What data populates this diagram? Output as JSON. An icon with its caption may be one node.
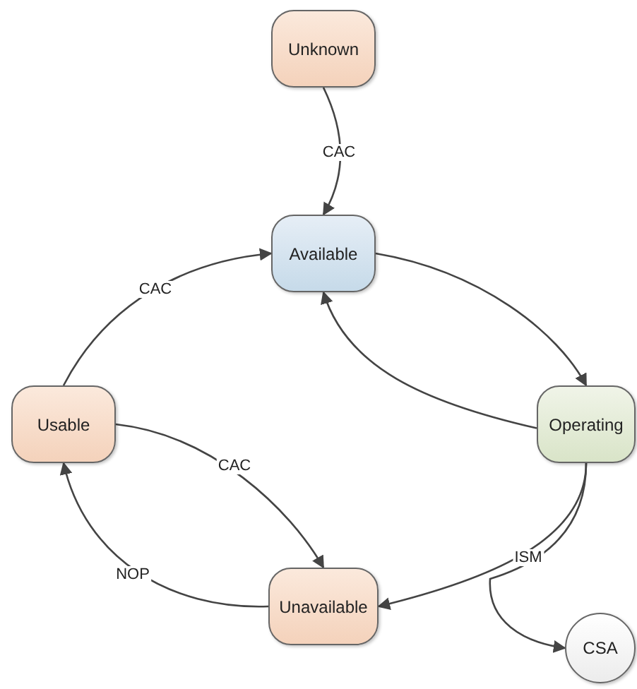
{
  "diagram": {
    "nodes": [
      {
        "text": [
          "Unknown"
        ]
      },
      {
        "text": [
          "Available"
        ]
      },
      {
        "text": [
          "Usable"
        ]
      },
      {
        "text": [
          "Operating"
        ]
      },
      {
        "text": [
          "Unavailable"
        ]
      },
      {
        "text": [
          "CSA"
        ]
      }
    ],
    "edges": [
      {
        "from": 0,
        "to": 1,
        "arrow": "to",
        "label": "CAC"
      },
      {
        "from": 2,
        "to": 1,
        "arrow": "to",
        "label": "CAC"
      },
      {
        "from": 1,
        "to": 3,
        "arrow": "to"
      },
      {
        "from": 3,
        "to": 1,
        "arrow": "to"
      },
      {
        "from": 2,
        "to": 4,
        "arrow": "to",
        "label": "CAC"
      },
      {
        "from": 4,
        "to": 2,
        "arrow": "to",
        "label": "NOP"
      },
      {
        "from": 3,
        "to": 4,
        "arrow": "to",
        "label": "ISM"
      },
      {
        "from": 3,
        "to": 5,
        "arrow": "to"
      }
    ]
  }
}
